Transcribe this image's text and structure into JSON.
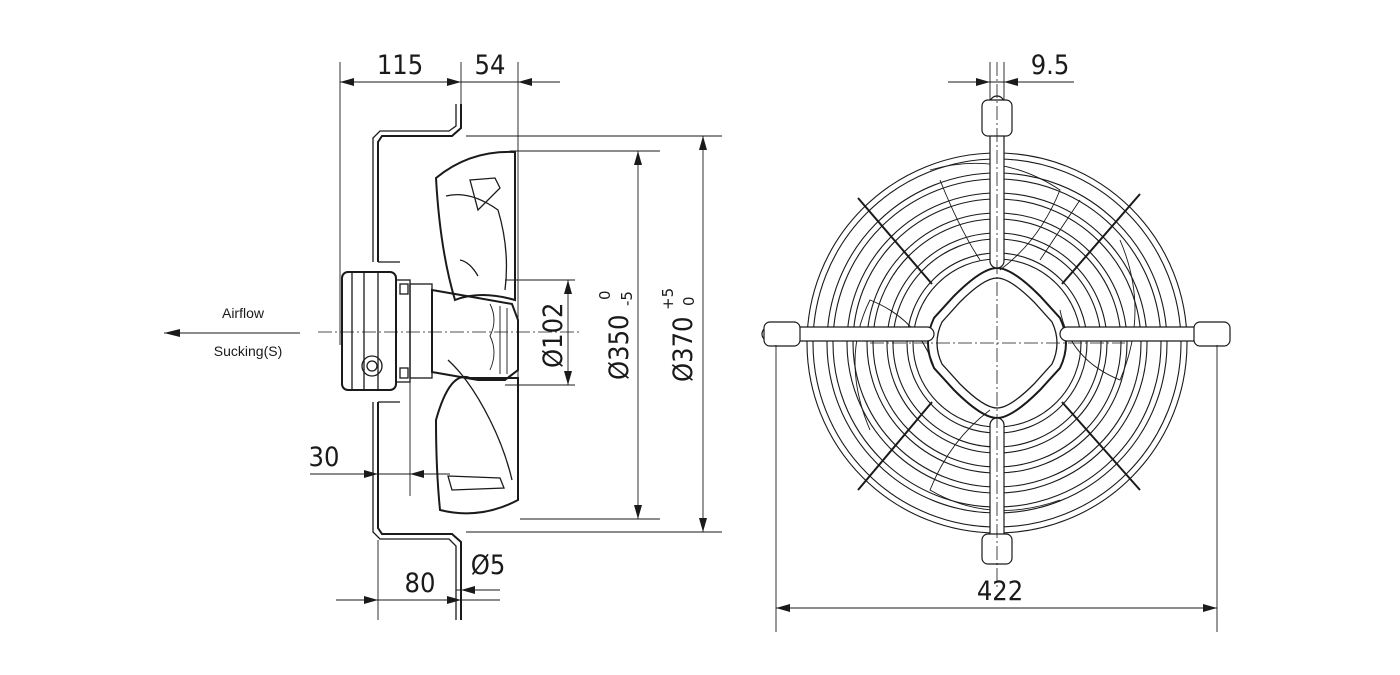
{
  "labels": {
    "airflow": "Airflow",
    "sucking": "Sucking(S)"
  },
  "dimensions": {
    "d115": "115",
    "d54": "54",
    "d30": "30",
    "d80": "80",
    "d5": "Ø5",
    "d102": "Ø102",
    "d350": {
      "main": "Ø350",
      "upper": "0",
      "lower": "-5"
    },
    "d370": {
      "main": "Ø370",
      "upper": "+5",
      "lower": "0"
    },
    "d9_5": "9.5",
    "d422": "422"
  }
}
